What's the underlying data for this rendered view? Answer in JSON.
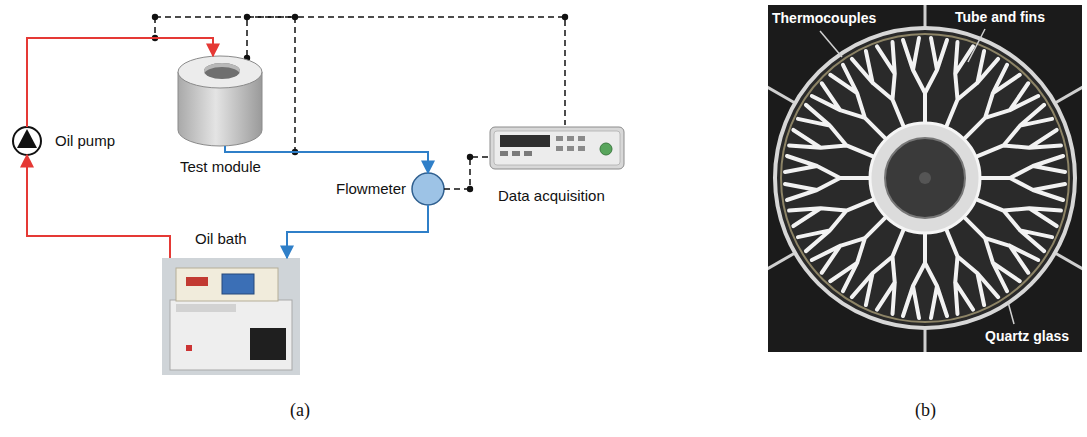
{
  "diagram": {
    "nodes": [
      {
        "text": [
          "Oil pump"
        ]
      },
      {
        "text": [
          "Test module"
        ]
      },
      {
        "text": [
          "Flowmeter"
        ]
      },
      {
        "text": [
          "Data acquisition"
        ]
      },
      {
        "text": [
          "Oil bath"
        ]
      }
    ],
    "edges": [
      {
        "from": 4,
        "to": 0,
        "arrow": "to"
      },
      {
        "from": 0,
        "to": 1,
        "arrow": "to"
      },
      {
        "from": 1,
        "to": 2,
        "arrow": "to"
      },
      {
        "from": 2,
        "to": 4,
        "arrow": "to"
      },
      {
        "from": 1,
        "to": 3,
        "arrow": "none"
      },
      {
        "from": 2,
        "to": 3,
        "arrow": "none"
      }
    ],
    "labels": [
      "Thermocouples",
      "Tube and fins",
      "Quartz glass",
      "(a)",
      "(b)"
    ]
  }
}
